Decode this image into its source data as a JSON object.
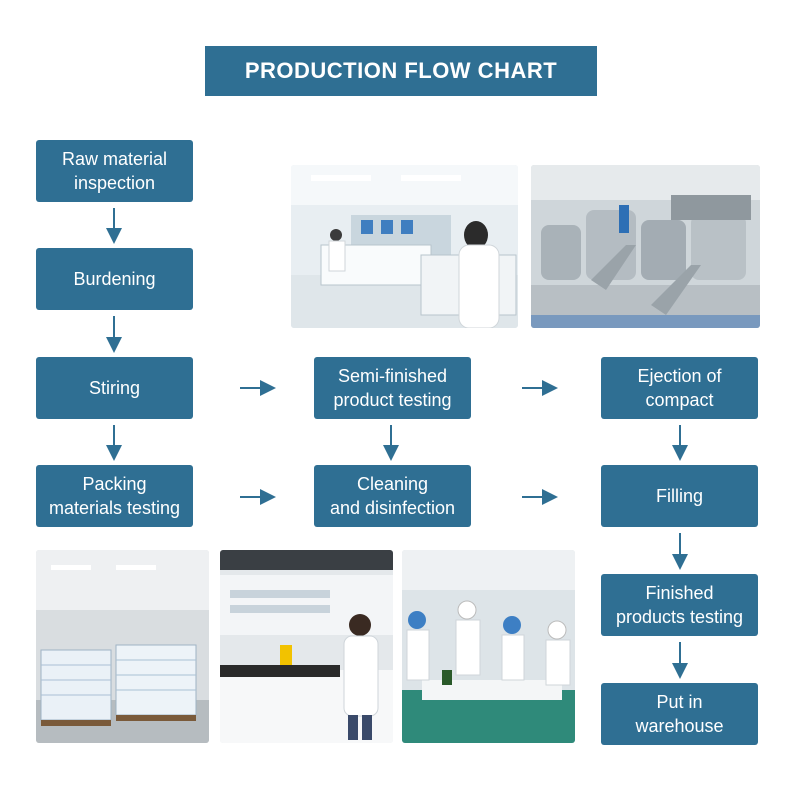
{
  "title": "PRODUCTION FLOW CHART",
  "steps": [
    "Raw material\ninspection",
    "Burdening",
    "Stiring",
    "Packing\nmaterials testing",
    "Semi-finished\nproduct testing",
    "Cleaning\nand disinfection",
    "Ejection of\ncompact",
    "Filling",
    "Finished\nproducts testing",
    "Put in\nwarehouse"
  ],
  "colors": {
    "box": "#2f6f93",
    "arrow": "#2f6f93",
    "text": "#ffffff"
  },
  "photos": [
    "laboratory-photo",
    "mixing-tanks-photo",
    "warehouse-stacks-photo",
    "lab-technician-photo",
    "production-line-photo"
  ]
}
